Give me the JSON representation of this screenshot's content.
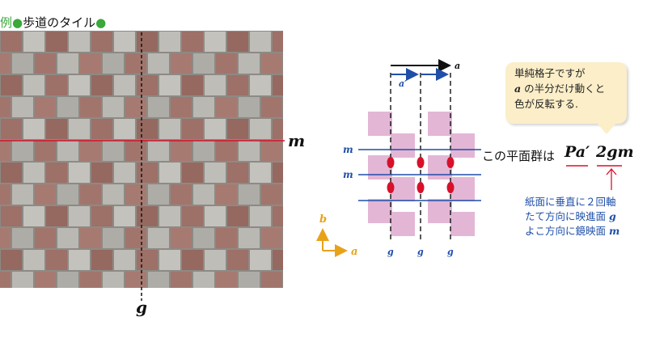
{
  "header": {
    "example_label": "例",
    "bullet": "●",
    "title": "歩道のタイル"
  },
  "photo": {
    "mirror_label": "m",
    "glide_label": "g"
  },
  "lattice_diagram": {
    "vector_a_label": "a",
    "vector_a_prime_label": "a′",
    "mirror_labels": [
      "m",
      "m"
    ],
    "glide_labels": [
      "g",
      "g",
      "g"
    ],
    "axis_b_label": "b",
    "axis_a_label": "a"
  },
  "callout": {
    "line1": "単純格子ですが",
    "line2_symbol": "a",
    "line2_text": " の半分だけ動くと",
    "line3": "色が反転する."
  },
  "plane_group": {
    "text": "この平面群は",
    "symbol_left": "Pa′",
    "symbol_right": "2gm"
  },
  "notes": {
    "line1": "紙面に垂直に２回軸",
    "line2_text": "たて方向に映進面 ",
    "line2_symbol": "g",
    "line3_text": "よこ方向に鏡映面 ",
    "line3_symbol": "m"
  },
  "colors": {
    "green": "#3aa83a",
    "blue": "#1f4fa8",
    "red": "#d8102a",
    "orange": "#e8a21a",
    "pink_tile": "#e3b6d6",
    "callout_bg": "#fbeec8"
  }
}
